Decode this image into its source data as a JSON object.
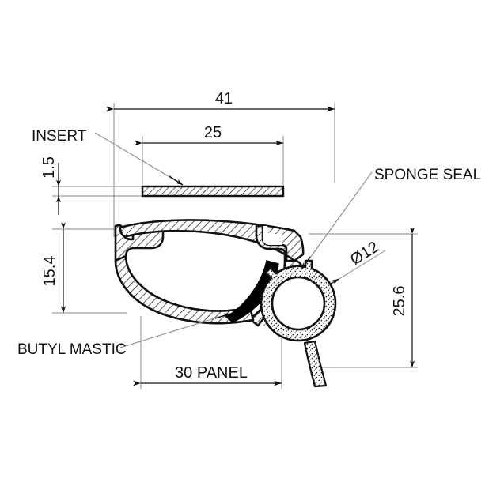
{
  "drawing": {
    "title": "Sealing profile cross-section technical drawing",
    "background_color": "#ffffff",
    "line_color": "#111111",
    "thin_line_color": "#777777",
    "hatch_color": "#111111",
    "mastic_fill": "#000000",
    "sponge_fill": "#ffffff"
  },
  "dimensions": {
    "overall_width": "41",
    "insert_width": "25",
    "insert_thickness": "1.5",
    "profile_height": "15.4",
    "overall_height": "25.6",
    "panel": "30 PANEL",
    "bulb_diameter": "Ø12"
  },
  "labels": {
    "insert": "INSERT",
    "sponge_seal": "SPONGE SEAL",
    "butyl_mastic": "BUTYL MASTIC"
  },
  "parts": {
    "insert_bar": "insert-bar",
    "main_profile": "main-profile-body",
    "mastic_wedge": "butyl-mastic-wedge",
    "sponge_bulb": "sponge-seal-bulb",
    "sponge_tail": "sponge-seal-tail"
  }
}
